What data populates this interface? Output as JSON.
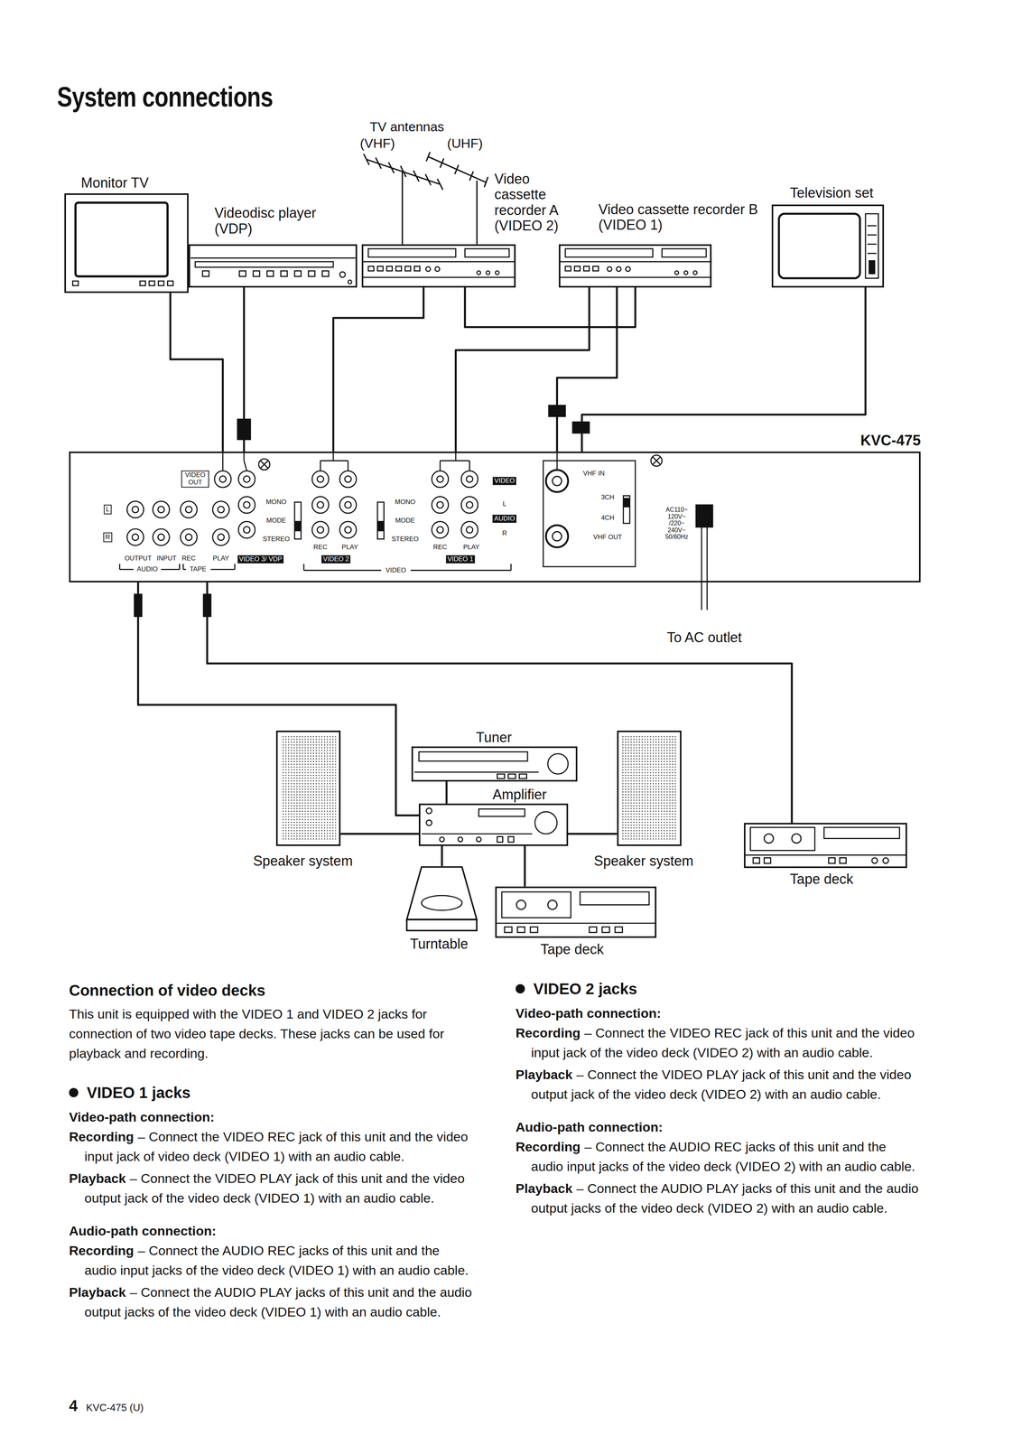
{
  "diagram": {
    "title": "System connections",
    "nodes": [
      {
        "text": [
          "Monitor TV"
        ]
      },
      {
        "text": [
          "Videodisc player (VDP)"
        ]
      },
      {
        "text": [
          "Video cassette recorder A (VIDEO 2)"
        ]
      },
      {
        "text": [
          "Video cassette recorder B (VIDEO 1)"
        ]
      },
      {
        "text": [
          "Television set"
        ]
      },
      {
        "text": [
          "KVC-475"
        ]
      },
      {
        "text": [
          "Tuner"
        ]
      },
      {
        "text": [
          "Amplifier"
        ]
      },
      {
        "text": [
          "Speaker system"
        ]
      },
      {
        "text": [
          "Speaker system"
        ]
      },
      {
        "text": [
          "Turntable"
        ]
      },
      {
        "text": [
          "Tape deck"
        ]
      },
      {
        "text": [
          "Tape deck"
        ]
      }
    ],
    "edges": [
      {
        "from": 0,
        "to": 5,
        "arrow": "none"
      },
      {
        "from": 1,
        "to": 5,
        "arrow": "none"
      },
      {
        "from": 2,
        "to": 5,
        "arrow": "none"
      },
      {
        "from": 3,
        "to": 5,
        "arrow": "none"
      },
      {
        "from": 2,
        "to": 3,
        "arrow": "none"
      },
      {
        "from": 3,
        "to": 5,
        "arrow": "none"
      },
      {
        "from": 4,
        "to": 5,
        "arrow": "none"
      },
      {
        "from": 5,
        "to": 7,
        "arrow": "none"
      },
      {
        "from": 5,
        "to": 12,
        "arrow": "none"
      },
      {
        "from": 6,
        "to": 7,
        "arrow": "none"
      },
      {
        "from": 8,
        "to": 7,
        "arrow": "none"
      },
      {
        "from": 9,
        "to": 7,
        "arrow": "none"
      },
      {
        "from": 10,
        "to": 7,
        "arrow": "none"
      },
      {
        "from": 11,
        "to": 7,
        "arrow": "none"
      }
    ],
    "labels": [
      "TV antennas",
      "(VHF)",
      "(UHF)",
      "VIDEO OUT",
      "L",
      "R",
      "OUTPUT",
      "INPUT",
      "AUDIO",
      "REC",
      "PLAY",
      "TAPE",
      "VIDEO 3/ VDP",
      "MONO",
      "MODE",
      "STEREO",
      "REC",
      "PLAY",
      "VIDEO 2",
      "MONO",
      "MODE",
      "STEREO",
      "REC",
      "PLAY",
      "VIDEO 1",
      "VIDEO",
      "VIDEO",
      "L",
      "AUDIO",
      "R",
      "VHF IN",
      "3CH",
      "4CH",
      "VHF OUT",
      "AC110~ 120V~ /220~ 240V~ 50/60Hz",
      "To AC outlet",
      "Connection of video decks",
      "This unit is equipped with the VIDEO 1 and VIDEO 2 jacks for connection of two video tape decks. These jacks can be used for playback and recording.",
      "VIDEO 1 jacks",
      "Video-path connection:",
      "Recording",
      "– Connect the VIDEO REC jack of this unit and the video input jack of video deck (VIDEO 1) with an audio cable.",
      "Playback",
      "– Connect the VIDEO PLAY jack of this unit and the video output jack of the video deck (VIDEO 1) with an audio cable.",
      "Audio-path connection:",
      "Recording",
      "– Connect the AUDIO REC jacks of this unit and the audio input jacks of the video deck (VIDEO 1) with an audio cable.",
      "Playback",
      "– Connect the AUDIO PLAY jacks of this unit and the audio output jacks of the video deck (VIDEO 1) with an audio cable.",
      "VIDEO 2 jacks",
      "Video-path connection:",
      "Recording",
      "– Connect the VIDEO REC jack of this unit and the video input jack of the video deck (VIDEO 2) with an audio cable.",
      "Playback",
      "– Connect the VIDEO PLAY jack of this unit and the video output jack of the video deck (VIDEO 2) with an audio cable.",
      "Audio-path connection:",
      "Recording",
      "– Connect the AUDIO REC jacks of this unit and the audio input jacks of the video deck (VIDEO 2) with an audio cable.",
      "Playback",
      "– Connect the AUDIO PLAY jacks of this unit and the audio output jacks of the video deck (VIDEO 2) with an audio cable.",
      "4",
      "KVC-475 (U)"
    ]
  }
}
